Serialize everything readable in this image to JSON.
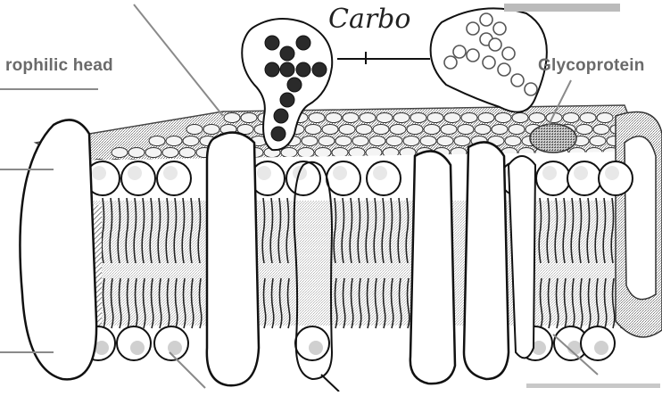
{
  "labels": {
    "hydrophilic_head": "rophilic head",
    "glycoprotein": "Glycoprotein",
    "handwritten": "Carbo"
  },
  "colors": {
    "ink": "#111111",
    "label_gray": "#6a6a6a",
    "stipple": "#8a8a8a",
    "carb_bead": "#2a2a2a"
  }
}
